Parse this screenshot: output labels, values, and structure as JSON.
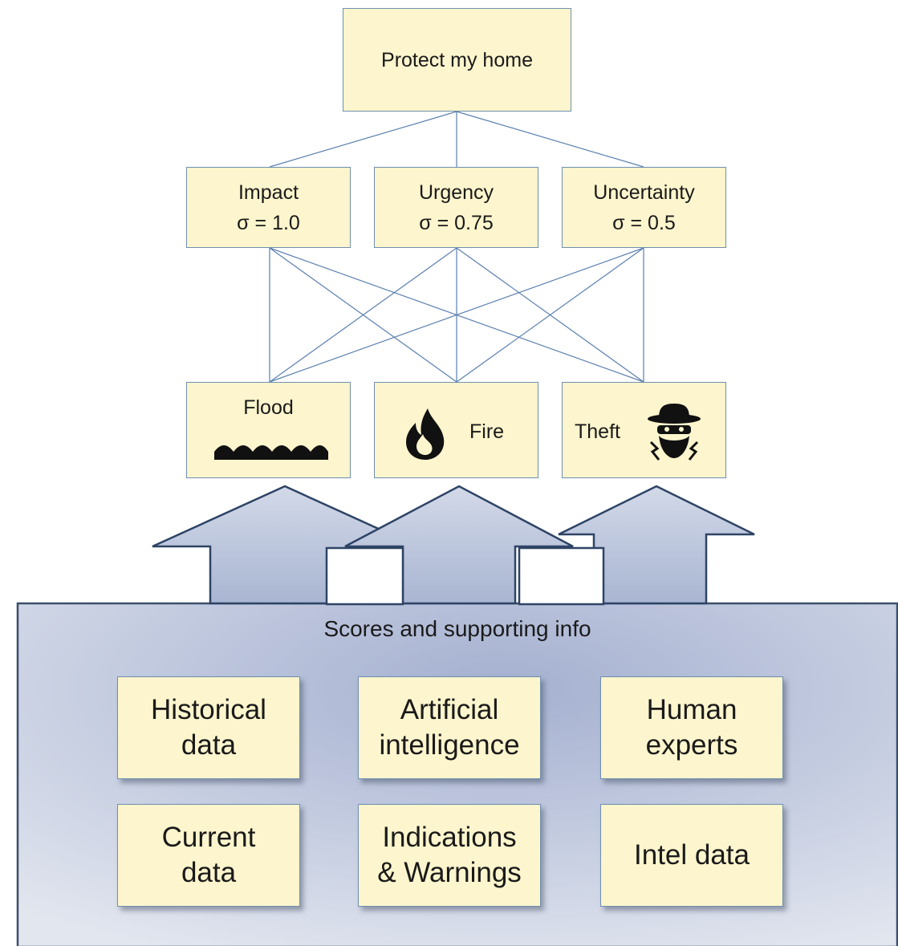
{
  "goal": {
    "label": "Protect my home"
  },
  "criteria": [
    {
      "name": "Impact",
      "weight": "σ = 1.0"
    },
    {
      "name": "Urgency",
      "weight": "σ = 0.75"
    },
    {
      "name": "Uncertainty",
      "weight": "σ = 0.5"
    }
  ],
  "alternatives": [
    {
      "name": "Flood",
      "icon": "waves-icon"
    },
    {
      "name": "Fire",
      "icon": "flame-icon"
    },
    {
      "name": "Theft",
      "icon": "burglar-icon"
    }
  ],
  "panel": {
    "title": "Scores and supporting info",
    "sources": [
      {
        "line1": "Historical",
        "line2": "data"
      },
      {
        "line1": "Artificial",
        "line2": "intelligence"
      },
      {
        "line1": "Human",
        "line2": "experts"
      },
      {
        "line1": "Current",
        "line2": "data"
      },
      {
        "line1": "Indications",
        "line2": "& Warnings"
      },
      {
        "line1": "Intel data",
        "line2": ""
      }
    ]
  },
  "colors": {
    "box_fill": "#fdf5cd",
    "box_border": "#6f8fb0",
    "connector": "#5b7fae",
    "panel_gradient_center": "#a4b0d0",
    "panel_gradient_edge": "#dfe3ee"
  }
}
